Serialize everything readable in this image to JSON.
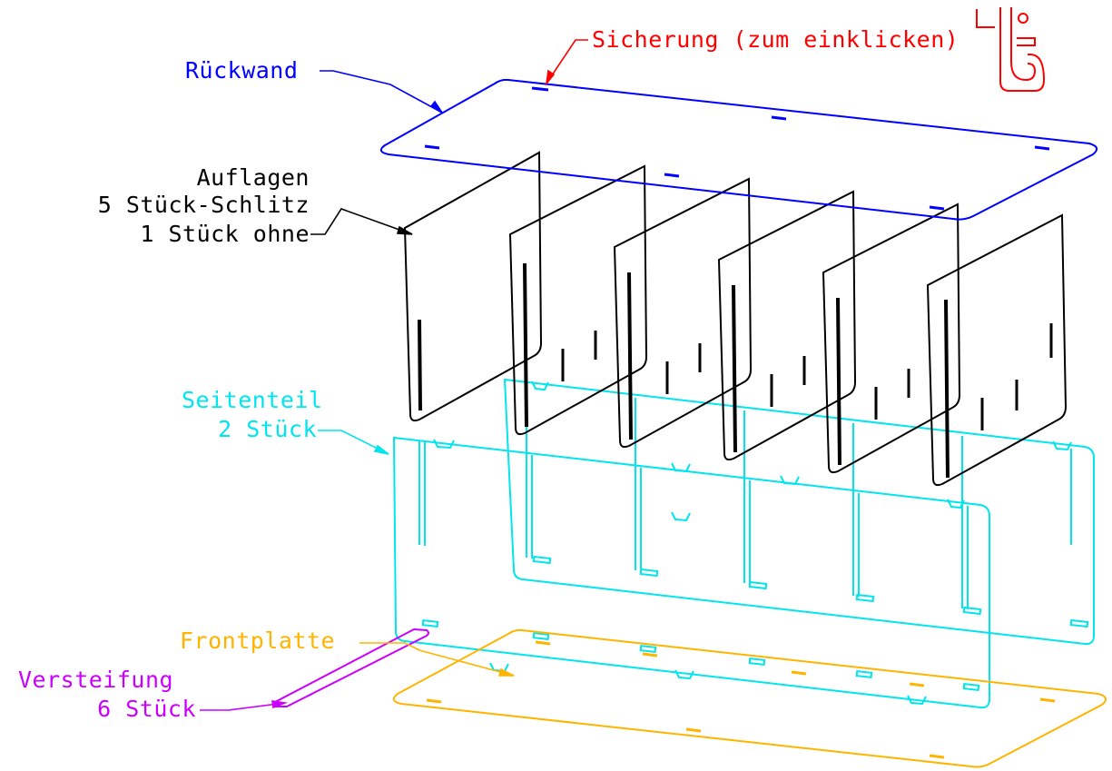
{
  "labels": {
    "rueckwand": "Rückwand",
    "sicherung": "Sicherung (zum einklicken)",
    "auflagen_1": "Auflagen",
    "auflagen_2": "5 Stück-Schlitz",
    "auflagen_3": "1 Stück ohne",
    "seitenteil_1": "Seitenteil",
    "seitenteil_2": "2 Stück",
    "frontplatte": "Frontplatte",
    "versteifung_1": "Versteifung",
    "versteifung_2": "6 Stück"
  },
  "colors": {
    "rueckwand": "#0000ff",
    "sicherung": "#ff0000",
    "auflagen": "#000000",
    "seitenteil": "#00e5ee",
    "frontplatte": "#ffb400",
    "versteifung": "#cc00ff"
  }
}
